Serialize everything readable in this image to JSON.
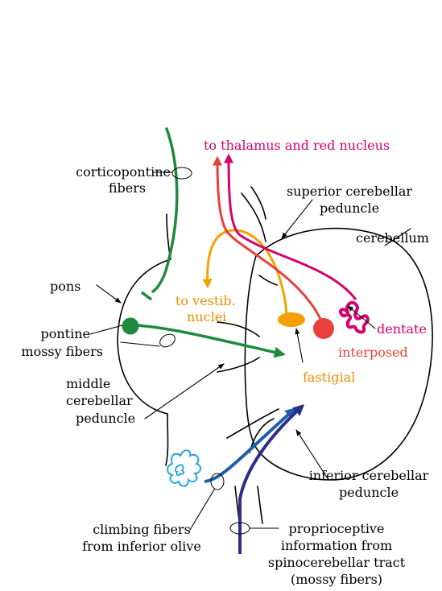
{
  "labels": {
    "thalamus": "to thalamus and red nucleus",
    "corticopontine_1": "corticopontine",
    "corticopontine_2": "fibers",
    "superior_1": "superior cerebellar",
    "superior_2": "peduncle",
    "cerebellum": "cerebellum",
    "pons": "pons",
    "vestib_1": "to vestib.",
    "vestib_2": "nuclei",
    "pontine_1": "pontine",
    "pontine_2": "mossy fibers",
    "dentate": "dentate",
    "interposed": "interposed",
    "fastigial": "fastigial",
    "middle_1": "middle",
    "middle_2": "cerebellar",
    "middle_3": "peduncle",
    "inferior_1": "inferior cerebellar",
    "inferior_2": "peduncle",
    "climbing_1": "climbing fibers",
    "climbing_2": "from inferior olive",
    "proprio_1": "proprioceptive",
    "proprio_2": "information from",
    "proprio_3": "spinocerebellar tract",
    "proprio_4": "(mossy fibers)"
  },
  "colors": {
    "green": "#1e8a3e",
    "orange": "#f5a000",
    "magenta": "#d6006e",
    "red": "#e8403a",
    "navy": "#2b2f8a",
    "blue": "#1f5fa8",
    "light_blue": "#2aa6d8",
    "outline": "#000000"
  }
}
